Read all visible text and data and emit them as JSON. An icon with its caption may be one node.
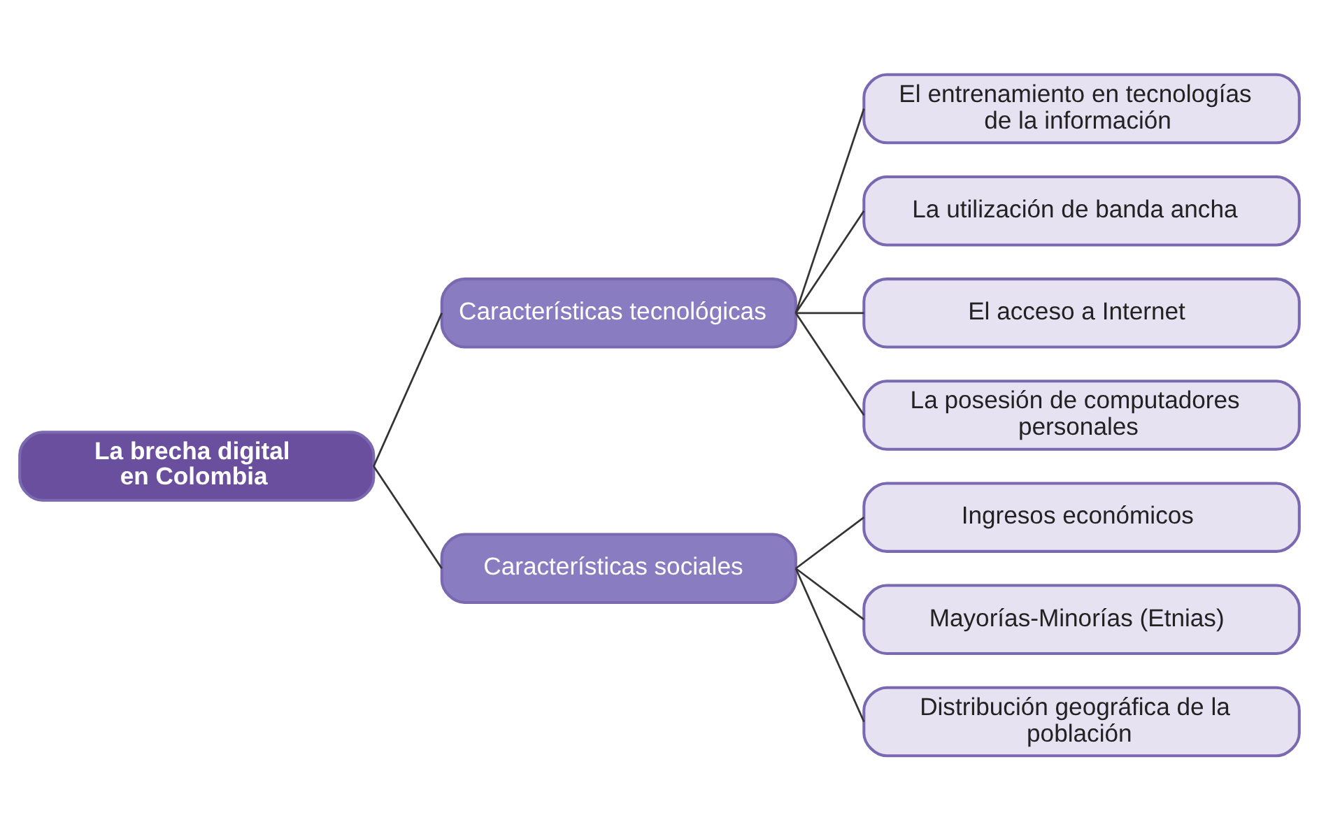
{
  "diagram": {
    "nodes": [
      {
        "text": [
          "La brecha digital en Colombia"
        ]
      },
      {
        "text": [
          "Características tecnológicas"
        ]
      },
      {
        "text": [
          "Características sociales"
        ]
      },
      {
        "text": [
          "El entrenamiento en tecnologías de la información"
        ]
      },
      {
        "text": [
          "La utilización de banda ancha"
        ]
      },
      {
        "text": [
          "El acceso a Internet"
        ]
      },
      {
        "text": [
          "La posesión de computadores personales"
        ]
      },
      {
        "text": [
          "Ingresos económicos"
        ]
      },
      {
        "text": [
          "Mayorías-Minorías (Etnias)"
        ]
      },
      {
        "text": [
          "Distribución geográfica de la población"
        ]
      }
    ],
    "edges": [
      {
        "from": 0,
        "to": 1,
        "arrow": "none"
      },
      {
        "from": 0,
        "to": 2,
        "arrow": "none"
      },
      {
        "from": 1,
        "to": 3,
        "arrow": "none"
      },
      {
        "from": 1,
        "to": 4,
        "arrow": "none"
      },
      {
        "from": 1,
        "to": 5,
        "arrow": "none"
      },
      {
        "from": 1,
        "to": 6,
        "arrow": "none"
      },
      {
        "from": 2,
        "to": 7,
        "arrow": "none"
      },
      {
        "from": 2,
        "to": 8,
        "arrow": "none"
      },
      {
        "from": 2,
        "to": 9,
        "arrow": "none"
      }
    ]
  }
}
